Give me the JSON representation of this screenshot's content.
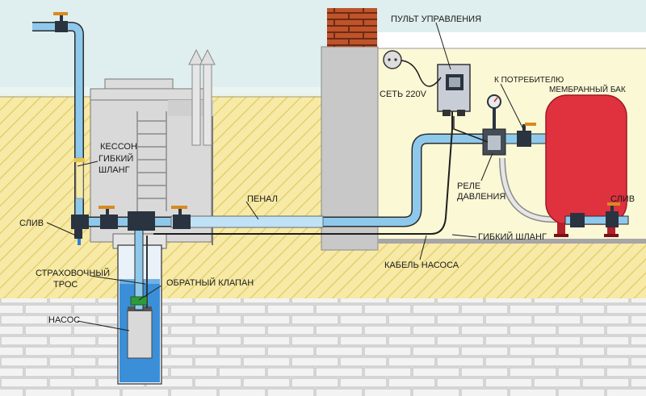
{
  "labels": {
    "control_panel": "ПУЛЬТ УПРАВЛЕНИЯ",
    "mains": "СЕТЬ 220V",
    "to_consumer": "К ПОТРЕБИТЕЛЮ",
    "membrane_tank": "МЕМБРАННЫЙ БАК",
    "caisson": "КЕССОН",
    "flexible_hose_1": "ГИБКИЙ",
    "flexible_hose_2": "ШЛАНГ",
    "drain_left": "СЛИВ",
    "drain_right": "СЛИВ",
    "casing": "ПЕНАЛ",
    "pressure_relay_1": "РЕЛЕ",
    "pressure_relay_2": "ДАВЛЕНИЯ",
    "flexible_hose_right": "ГИБКИЙ ШЛАНГ",
    "pump_cable": "КАБЕЛЬ НАСОСА",
    "safety_rope_1": "СТРАХОВОЧНЫЙ",
    "safety_rope_2": "ТРОС",
    "check_valve": "ОБРАТНЫЙ КЛАПАН",
    "pump": "НАСОС"
  },
  "colors": {
    "sky": "#dfeeee",
    "soil": "#f7eaa6",
    "soil_hatch": "#e5cf72",
    "brick_wall": "#eeeeee",
    "brick_line": "#b9b9b9",
    "pipe": "#8ec9ec",
    "pipe_dark": "#2d2d2d",
    "valve": "#2a3340",
    "tank": "#e0313f",
    "water": "#3a8fd8",
    "chimney_brick": "#c0532a",
    "interior": "#fbf8d6"
  },
  "icons": [
    "valve-icon",
    "pressure-gauge-icon",
    "socket-icon",
    "control-box-icon",
    "check-valve-icon"
  ]
}
